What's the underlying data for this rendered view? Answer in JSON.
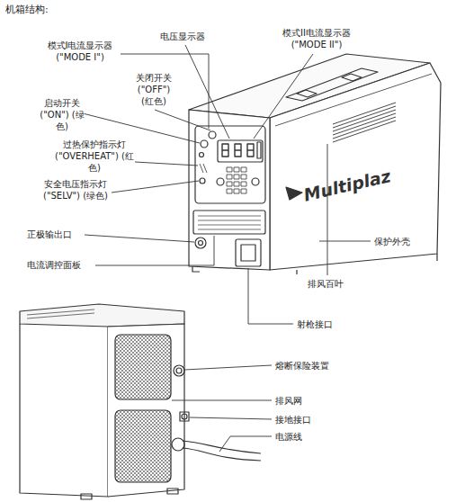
{
  "diagram": {
    "title": "机箱结构:",
    "labels": [
      "模式I电流显示器 (\"MODE I\")",
      "电压显示器",
      "模式II电流显示器 (\"MODE II\")",
      "关闭开关 (\"OFF\") (红色)",
      "启动开关 (\"ON\") (绿色)",
      "过热保护指示灯 (\"OVERHEAT\") (红色)",
      "安全电压指示灯 (\"SELV\") (绿色)",
      "正极输出口",
      "电流调控面板",
      "保护外壳",
      "排风百叶",
      "射枪接口",
      "熔断保险装置",
      "排风网",
      "接地接口",
      "电源线",
      "Multiplaz"
    ]
  }
}
